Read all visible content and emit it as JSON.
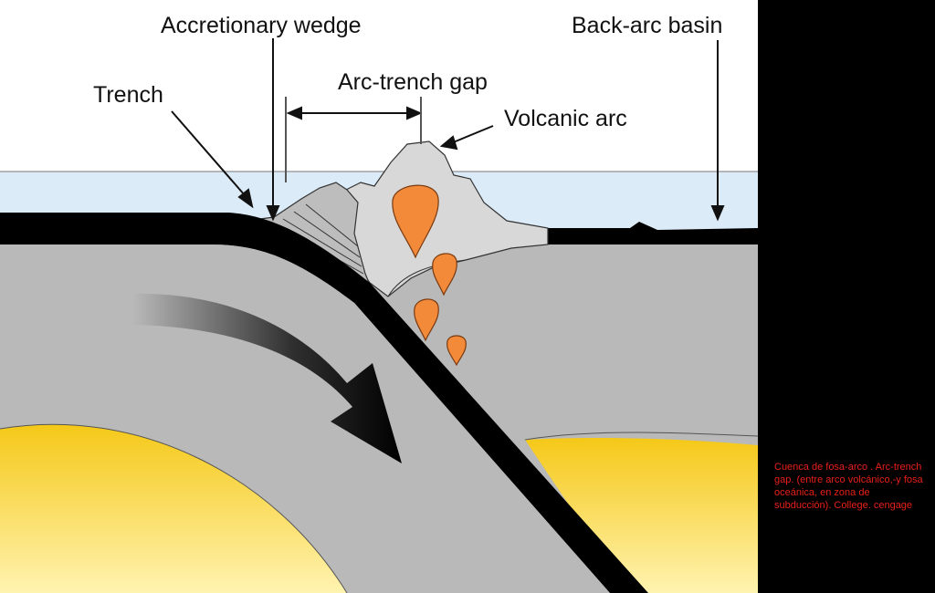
{
  "labels": {
    "accretionary_wedge": "Accretionary wedge",
    "back_arc_basin": "Back-arc basin",
    "arc_trench_gap": "Arc-trench gap",
    "trench": "Trench",
    "volcanic_arc": "Volcanic arc"
  },
  "caption": "Cuenca de fosa-arco . Arc-trench gap. (entre arco volcánico,-y fosa oceánica, en zona de subducción). College. cengage",
  "colors": {
    "sky": "#ffffff",
    "ocean": "#dcebf8",
    "mantle": "#b9b9b9",
    "lithosphere": "#000000",
    "asthenosphere": "#f5c51a",
    "volcanic_rock": "#d8d8d8",
    "magma": "#f28a3a",
    "caption_text": "#e8201a"
  }
}
